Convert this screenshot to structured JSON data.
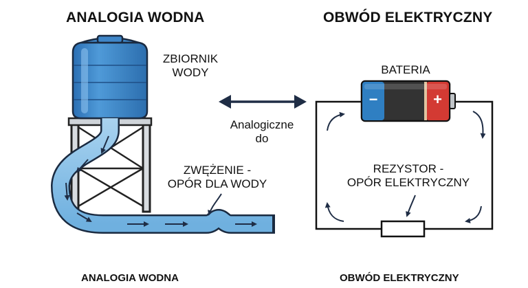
{
  "left_title": "ANALOGIA WODNA",
  "right_title": "OBWÓD ELEKTRYCZNY",
  "tank_label_line1": "ZBIORNIK",
  "tank_label_line2": "WODY",
  "analogy_line1": "Analogiczne",
  "analogy_line2": "do",
  "constriction_line1": "ZWĘŻENIE -",
  "constriction_line2": "OPÓR DLA WODY",
  "battery_label": "BATERIA",
  "battery_minus": "−",
  "battery_plus": "+",
  "resistor_line1": "REZYSTOR -",
  "resistor_line2": "OPÓR ELEKTRYCZNY",
  "footer_left": "ANALOGIA WODNA",
  "footer_right": "OBWÓD ELEKTRYCZNY",
  "colors": {
    "tank_blue": "#3b82c8",
    "water_blue": "#8fc4e8",
    "battery_blue": "#2f7fc2",
    "battery_red": "#d33a33",
    "battery_dark": "#333333"
  }
}
